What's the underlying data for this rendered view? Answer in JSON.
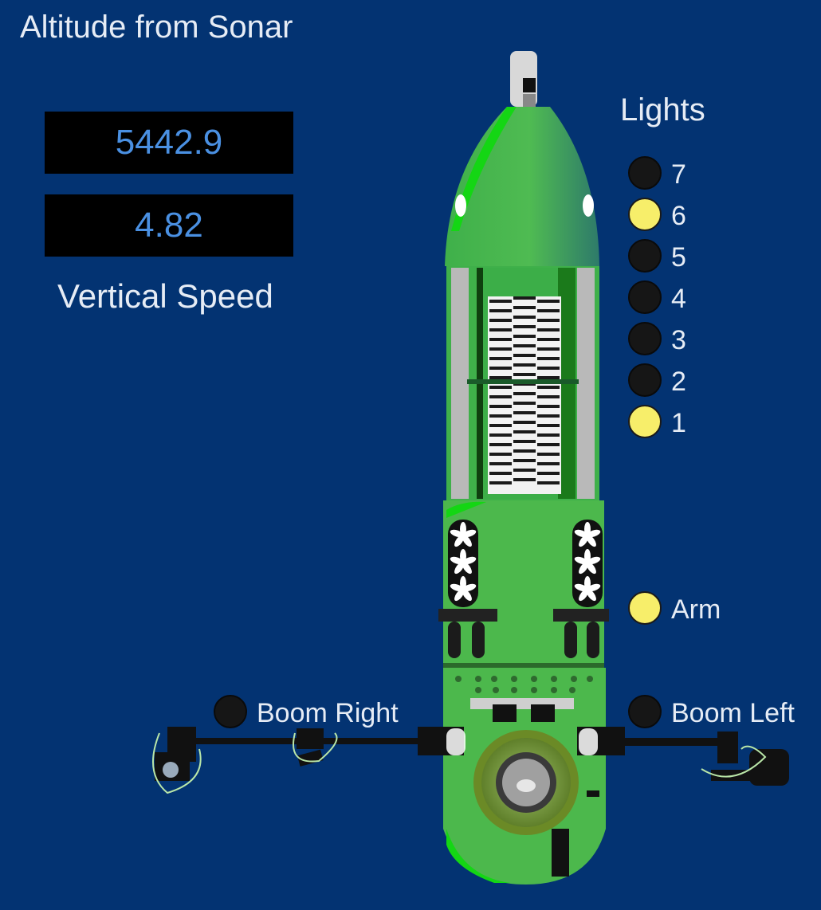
{
  "panel": {
    "title": "Altitude from Sonar",
    "altitude_value": "5442.9",
    "vertical_speed_value": "4.82",
    "vertical_speed_label": "Vertical Speed"
  },
  "lights": {
    "title": "Lights",
    "items": [
      {
        "label": "7",
        "on": false
      },
      {
        "label": "6",
        "on": true
      },
      {
        "label": "5",
        "on": false
      },
      {
        "label": "4",
        "on": false
      },
      {
        "label": "3",
        "on": false
      },
      {
        "label": "2",
        "on": false
      },
      {
        "label": "1",
        "on": true
      }
    ]
  },
  "indicators": {
    "arm": {
      "label": "Arm",
      "on": true
    },
    "boom_right": {
      "label": "Boom Right",
      "on": false
    },
    "boom_left": {
      "label": "Boom Left",
      "on": false
    }
  },
  "colors": {
    "background": "#033372",
    "readout_text": "#4a90e2",
    "light_on": "#f7ee6a",
    "light_off": "#161616",
    "hull_green": "#4cb84c"
  }
}
